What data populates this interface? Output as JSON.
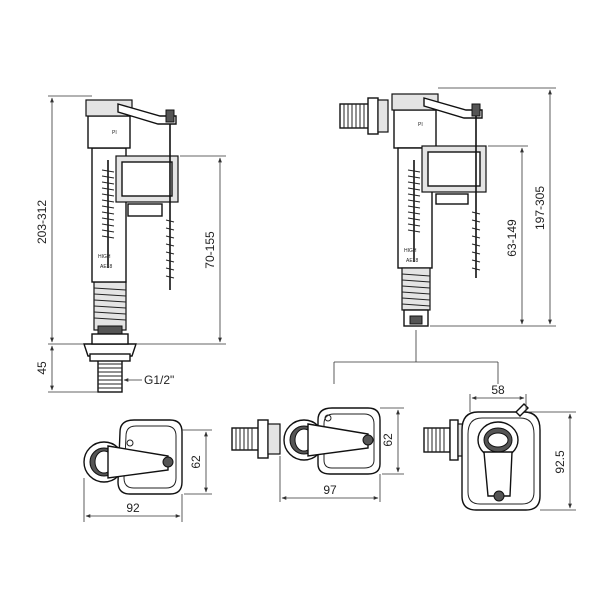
{
  "dimensions": {
    "bottom_h1": "203-312",
    "bottom_h2": "70-155",
    "bottom_base": "45",
    "bottom_thread": "G1/2\"",
    "side_h1": "197-305",
    "side_h2": "63-149",
    "top_left_w": "92",
    "top_left_h": "62",
    "top_mid_w": "97",
    "top_mid_h": "62",
    "top_right_w": "58",
    "top_right_h": "92.5"
  },
  "markings": {
    "cap_label": "PI",
    "body_label_1": "HIGH",
    "body_label_2": "AE18"
  }
}
